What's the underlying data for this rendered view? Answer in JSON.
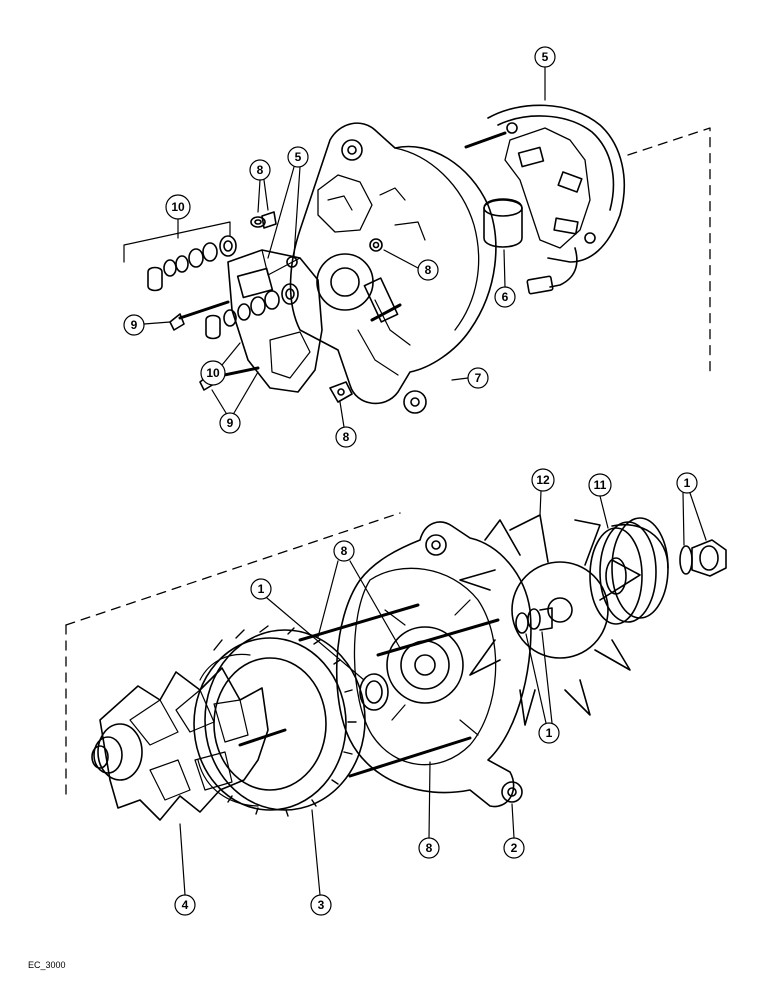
{
  "callouts": {
    "c1a": "1",
    "c1b": "1",
    "c1c": "1",
    "c2": "2",
    "c3": "3",
    "c4": "4",
    "c5a": "5",
    "c5b": "5",
    "c6": "6",
    "c7": "7",
    "c8a": "8",
    "c8b": "8",
    "c8c": "8",
    "c8d": "8",
    "c8e": "8",
    "c9a": "9",
    "c9b": "9",
    "c10a": "10",
    "c10b": "10",
    "c11": "11",
    "c12": "12"
  },
  "reference_code": "EC_3000"
}
